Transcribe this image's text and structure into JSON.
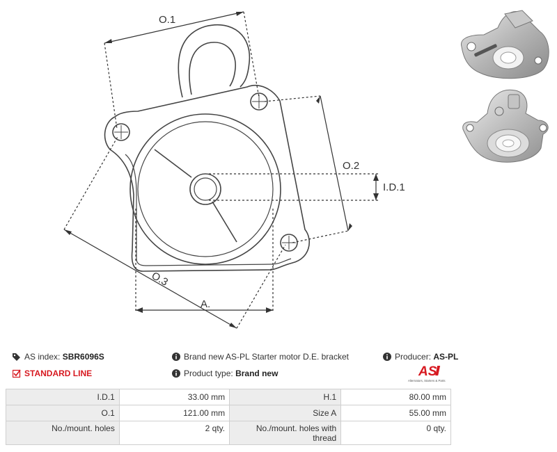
{
  "diagram": {
    "labels": {
      "o1": "O.1",
      "o2": "O.2",
      "o3": "O.3",
      "id1": "I.D.1",
      "a": "A."
    }
  },
  "info": {
    "as_index_label": "AS index:",
    "as_index_value": "SBR6096S",
    "standard_line": "STANDARD LINE",
    "description": "Brand new AS-PL Starter motor D.E. bracket",
    "product_type_label": "Product type:",
    "product_type_value": "Brand new",
    "producer_label": "Producer:",
    "producer_value": "AS-PL",
    "logo_text": "AS",
    "logo_tagline": "Alternators, Starters & Parts"
  },
  "specs": [
    {
      "l1": "I.D.1",
      "v1": "33.00 mm",
      "l2": "H.1",
      "v2": "80.00 mm"
    },
    {
      "l1": "O.1",
      "v1": "121.00 mm",
      "l2": "Size A",
      "v2": "55.00 mm"
    },
    {
      "l1": "No./mount. holes",
      "v1": "2 qty.",
      "l2": "No./mount. holes with thread",
      "v2": "0 qty."
    }
  ],
  "colors": {
    "accent": "#d71920",
    "label_bg": "#ededed",
    "border": "#cfcfcf",
    "line": "#333333"
  }
}
